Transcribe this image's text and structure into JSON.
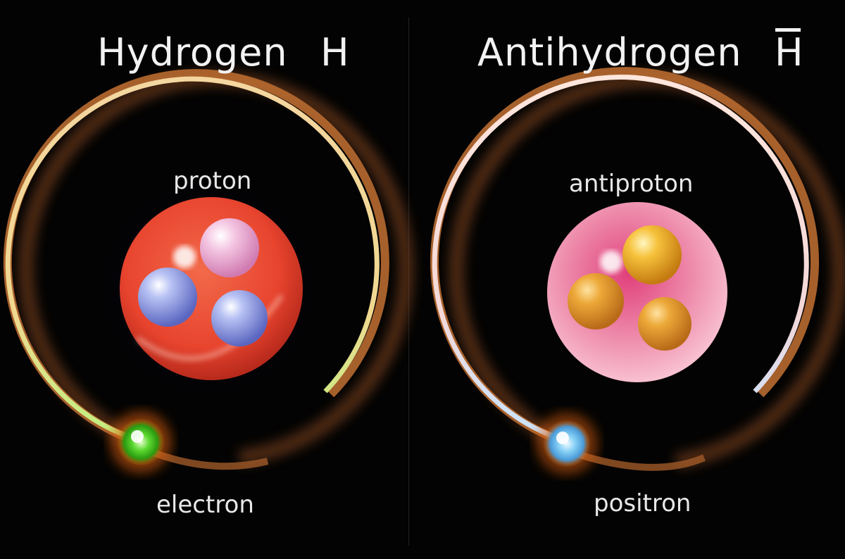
{
  "hydrogen": {
    "title": "Hydrogen",
    "symbol": "H",
    "nucleus_label": "proton",
    "orbiter_label": "electron"
  },
  "antihydrogen": {
    "title": "Antihydrogen",
    "symbol": "H",
    "nucleus_label": "antiproton",
    "orbiter_label": "positron"
  },
  "colors": {
    "background": "#030303",
    "proton": "#e8442e",
    "antiproton": "#f2a2b8",
    "quark_blue": "#8e9ee8",
    "quark_pink": "#f0b0d8",
    "quark_gold": "#f0b030",
    "electron": "#4ccc30",
    "positron": "#7ac8f0",
    "orbit": "#c87a40"
  }
}
